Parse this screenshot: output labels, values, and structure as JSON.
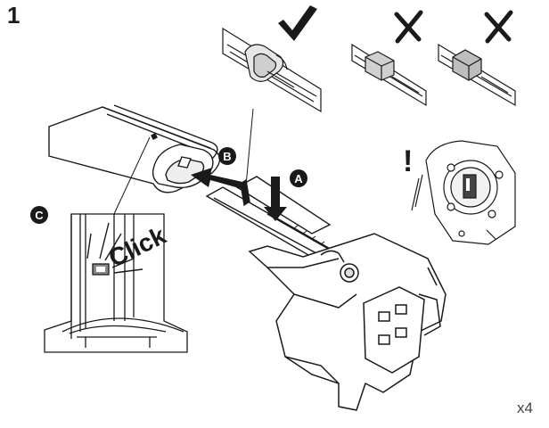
{
  "step": {
    "number": "1"
  },
  "labels": {
    "a": "A",
    "b": "B",
    "c": "C",
    "click": "Click",
    "warning": "!"
  },
  "quantity": "x4",
  "icons": {
    "correct": "check-icon",
    "wrong": "x-icon"
  },
  "colors": {
    "ink": "#1a1a1a",
    "fill": "#ffffff",
    "shade": "#d9d9d9",
    "dark": "#555555"
  }
}
